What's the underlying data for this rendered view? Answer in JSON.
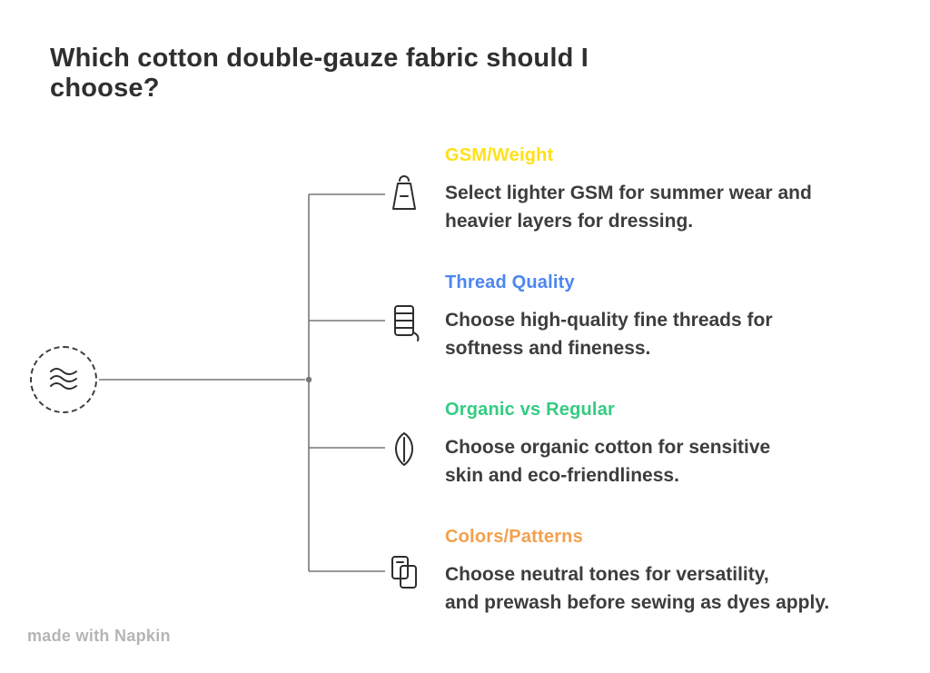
{
  "title": "Which cotton double-gauze fabric should I choose?",
  "root": {
    "icon": "fabric-icon"
  },
  "branches": [
    {
      "label": "GSM/Weight",
      "color": "#ffe01a",
      "icon": "weight-icon",
      "line1": "Select lighter GSM for summer wear and",
      "line2": "heavier layers for dressing."
    },
    {
      "label": "Thread Quality",
      "color": "#4c86f0",
      "icon": "thread-spool-icon",
      "line1": "Choose high-quality fine threads for",
      "line2": "softness and fineness."
    },
    {
      "label": "Organic vs Regular",
      "color": "#35cb82",
      "icon": "leaf-icon",
      "line1": "Choose organic cotton for sensitive",
      "line2": "skin and eco-friendliness."
    },
    {
      "label": "Colors/Patterns",
      "color": "#f2a14e",
      "icon": "palette-icon",
      "line1": "Choose neutral tones for versatility,",
      "line2": "and prewash before sewing as dyes apply."
    }
  ],
  "connector_color": "#777777",
  "watermark": "made with Napkin"
}
